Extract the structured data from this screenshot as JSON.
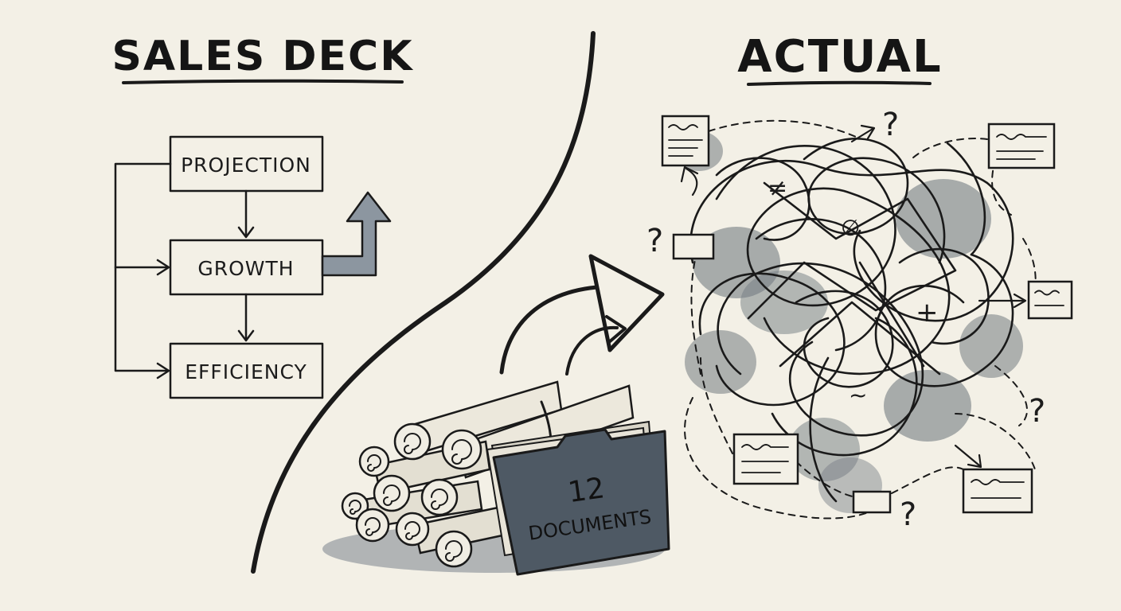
{
  "left_panel": {
    "title": "SALES DECK",
    "boxes": [
      "PROJECTION",
      "GROWTH",
      "EFFICIENCY"
    ]
  },
  "right_panel": {
    "title": "ACTUAL"
  },
  "folder": {
    "count": "12",
    "label": "DOCUMENTS"
  },
  "tangle_marks": {
    "not_equal": "≠",
    "empty_set": "∅",
    "plus": "+",
    "squiggle": "~"
  },
  "question_mark": "?",
  "colors": {
    "paper": "#f3f0e6",
    "ink": "#1a1a1a",
    "wash": "#4a5561"
  }
}
